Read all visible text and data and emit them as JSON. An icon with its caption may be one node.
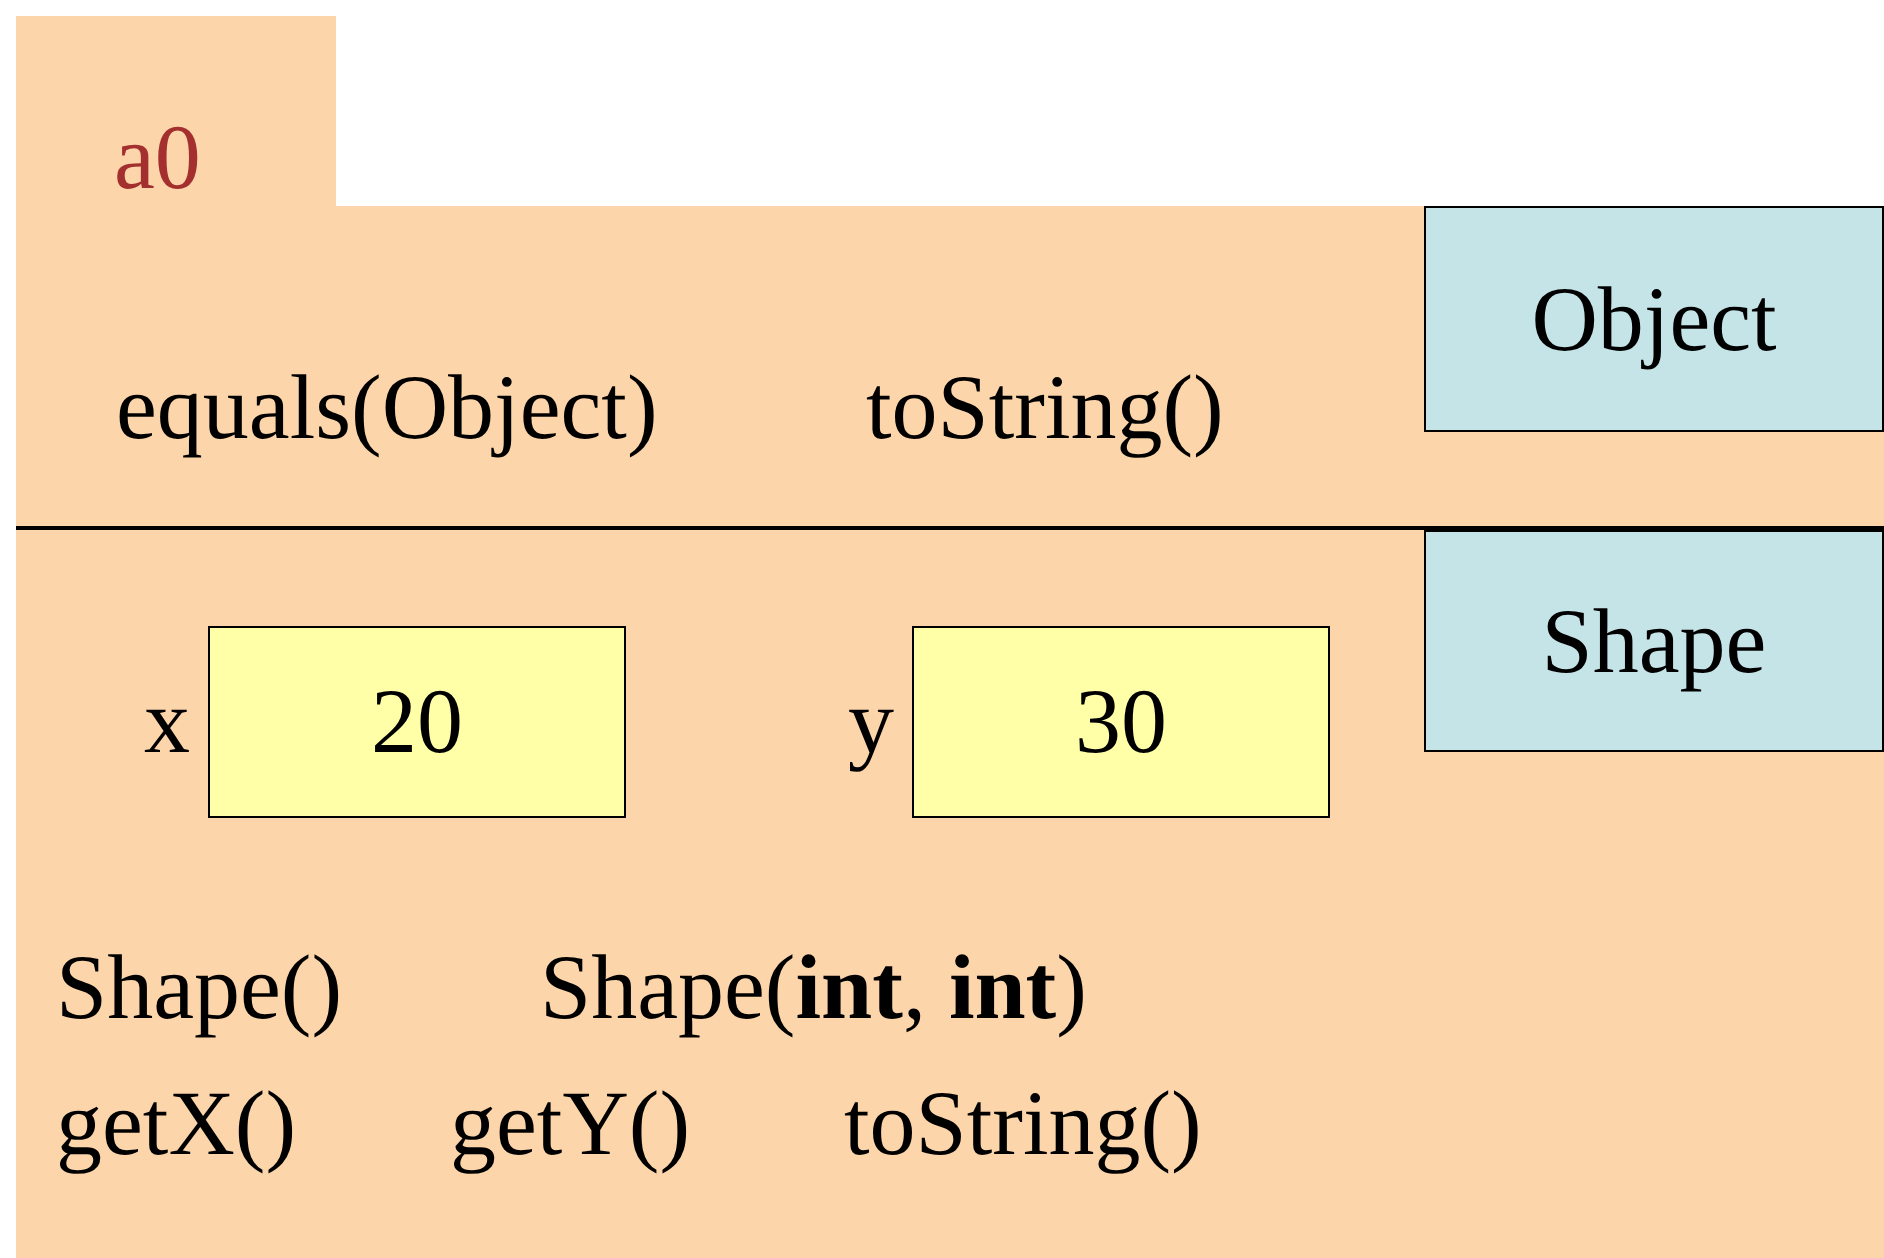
{
  "diagram": {
    "nodes": [
      {
        "text": [
          "a0"
        ]
      },
      {
        "text": [
          "Object"
        ],
        "in": 0
      },
      {
        "text": [
          "Shape"
        ],
        "in": 0
      },
      {
        "text": [
          "20"
        ],
        "in": 0,
        "beside": [
          "x"
        ]
      },
      {
        "text": [
          "30"
        ],
        "in": 0,
        "beside": [
          "y"
        ]
      }
    ],
    "labels": [
      "equals(Object)",
      "toString()",
      "Shape()",
      "Shape(**int**, **int**)",
      "getX()",
      "getY()",
      "toString()"
    ]
  }
}
